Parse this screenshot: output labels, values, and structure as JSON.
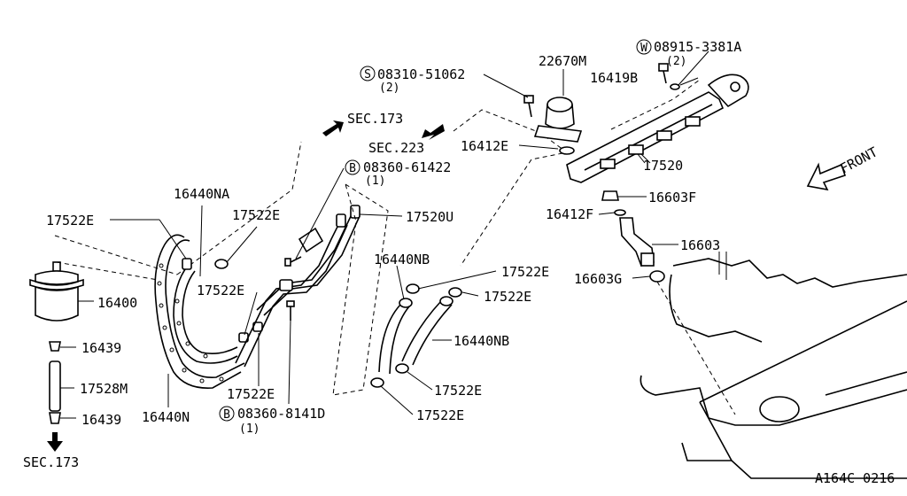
{
  "labels": {
    "p16400": "16400",
    "p16439a": "16439",
    "p16439b": "16439",
    "p17528m": "17528M",
    "sec173_bottom": "SEC.173",
    "sec173_top": "SEC.173",
    "sec223": "SEC.223",
    "p17522e_1": "17522E",
    "p16440na": "16440NA",
    "p17522e_2": "17522E",
    "p17522e_3": "17522E",
    "p17522e_4": "17522E",
    "p16440n": "16440N",
    "b08360_8141d": "08360-8141D",
    "b08360_8141d_qty": "(1)",
    "b08360_61422": "08360-61422",
    "b08360_61422_qty": "(1)",
    "p17520u": "17520U",
    "p16440nb_1": "16440NB",
    "p17522e_5": "17522E",
    "p17522e_6": "17522E",
    "p16440nb_2": "16440NB",
    "p17522e_7": "17522E",
    "p17522e_8": "17522E",
    "s08310_51062": "08310-51062",
    "s08310_51062_qty": "(2)",
    "p22670m": "22670M",
    "w08915_3381a": "08915-3381A",
    "w08915_3381a_qty": "(2)",
    "p16419b": "16419B",
    "p16412e": "16412E",
    "p17520": "17520",
    "p16603f": "16603F",
    "p16412f": "16412F",
    "p16603": "16603",
    "p16603g": "16603G",
    "front": "FRONT",
    "diagram_code": "A164C 0216"
  },
  "symbols": {
    "bolt_b": "B",
    "screw_s": "S",
    "washer_w": "W"
  },
  "icons": {
    "arrow": "arrow-icon",
    "front_arrow": "front-arrow-icon"
  }
}
